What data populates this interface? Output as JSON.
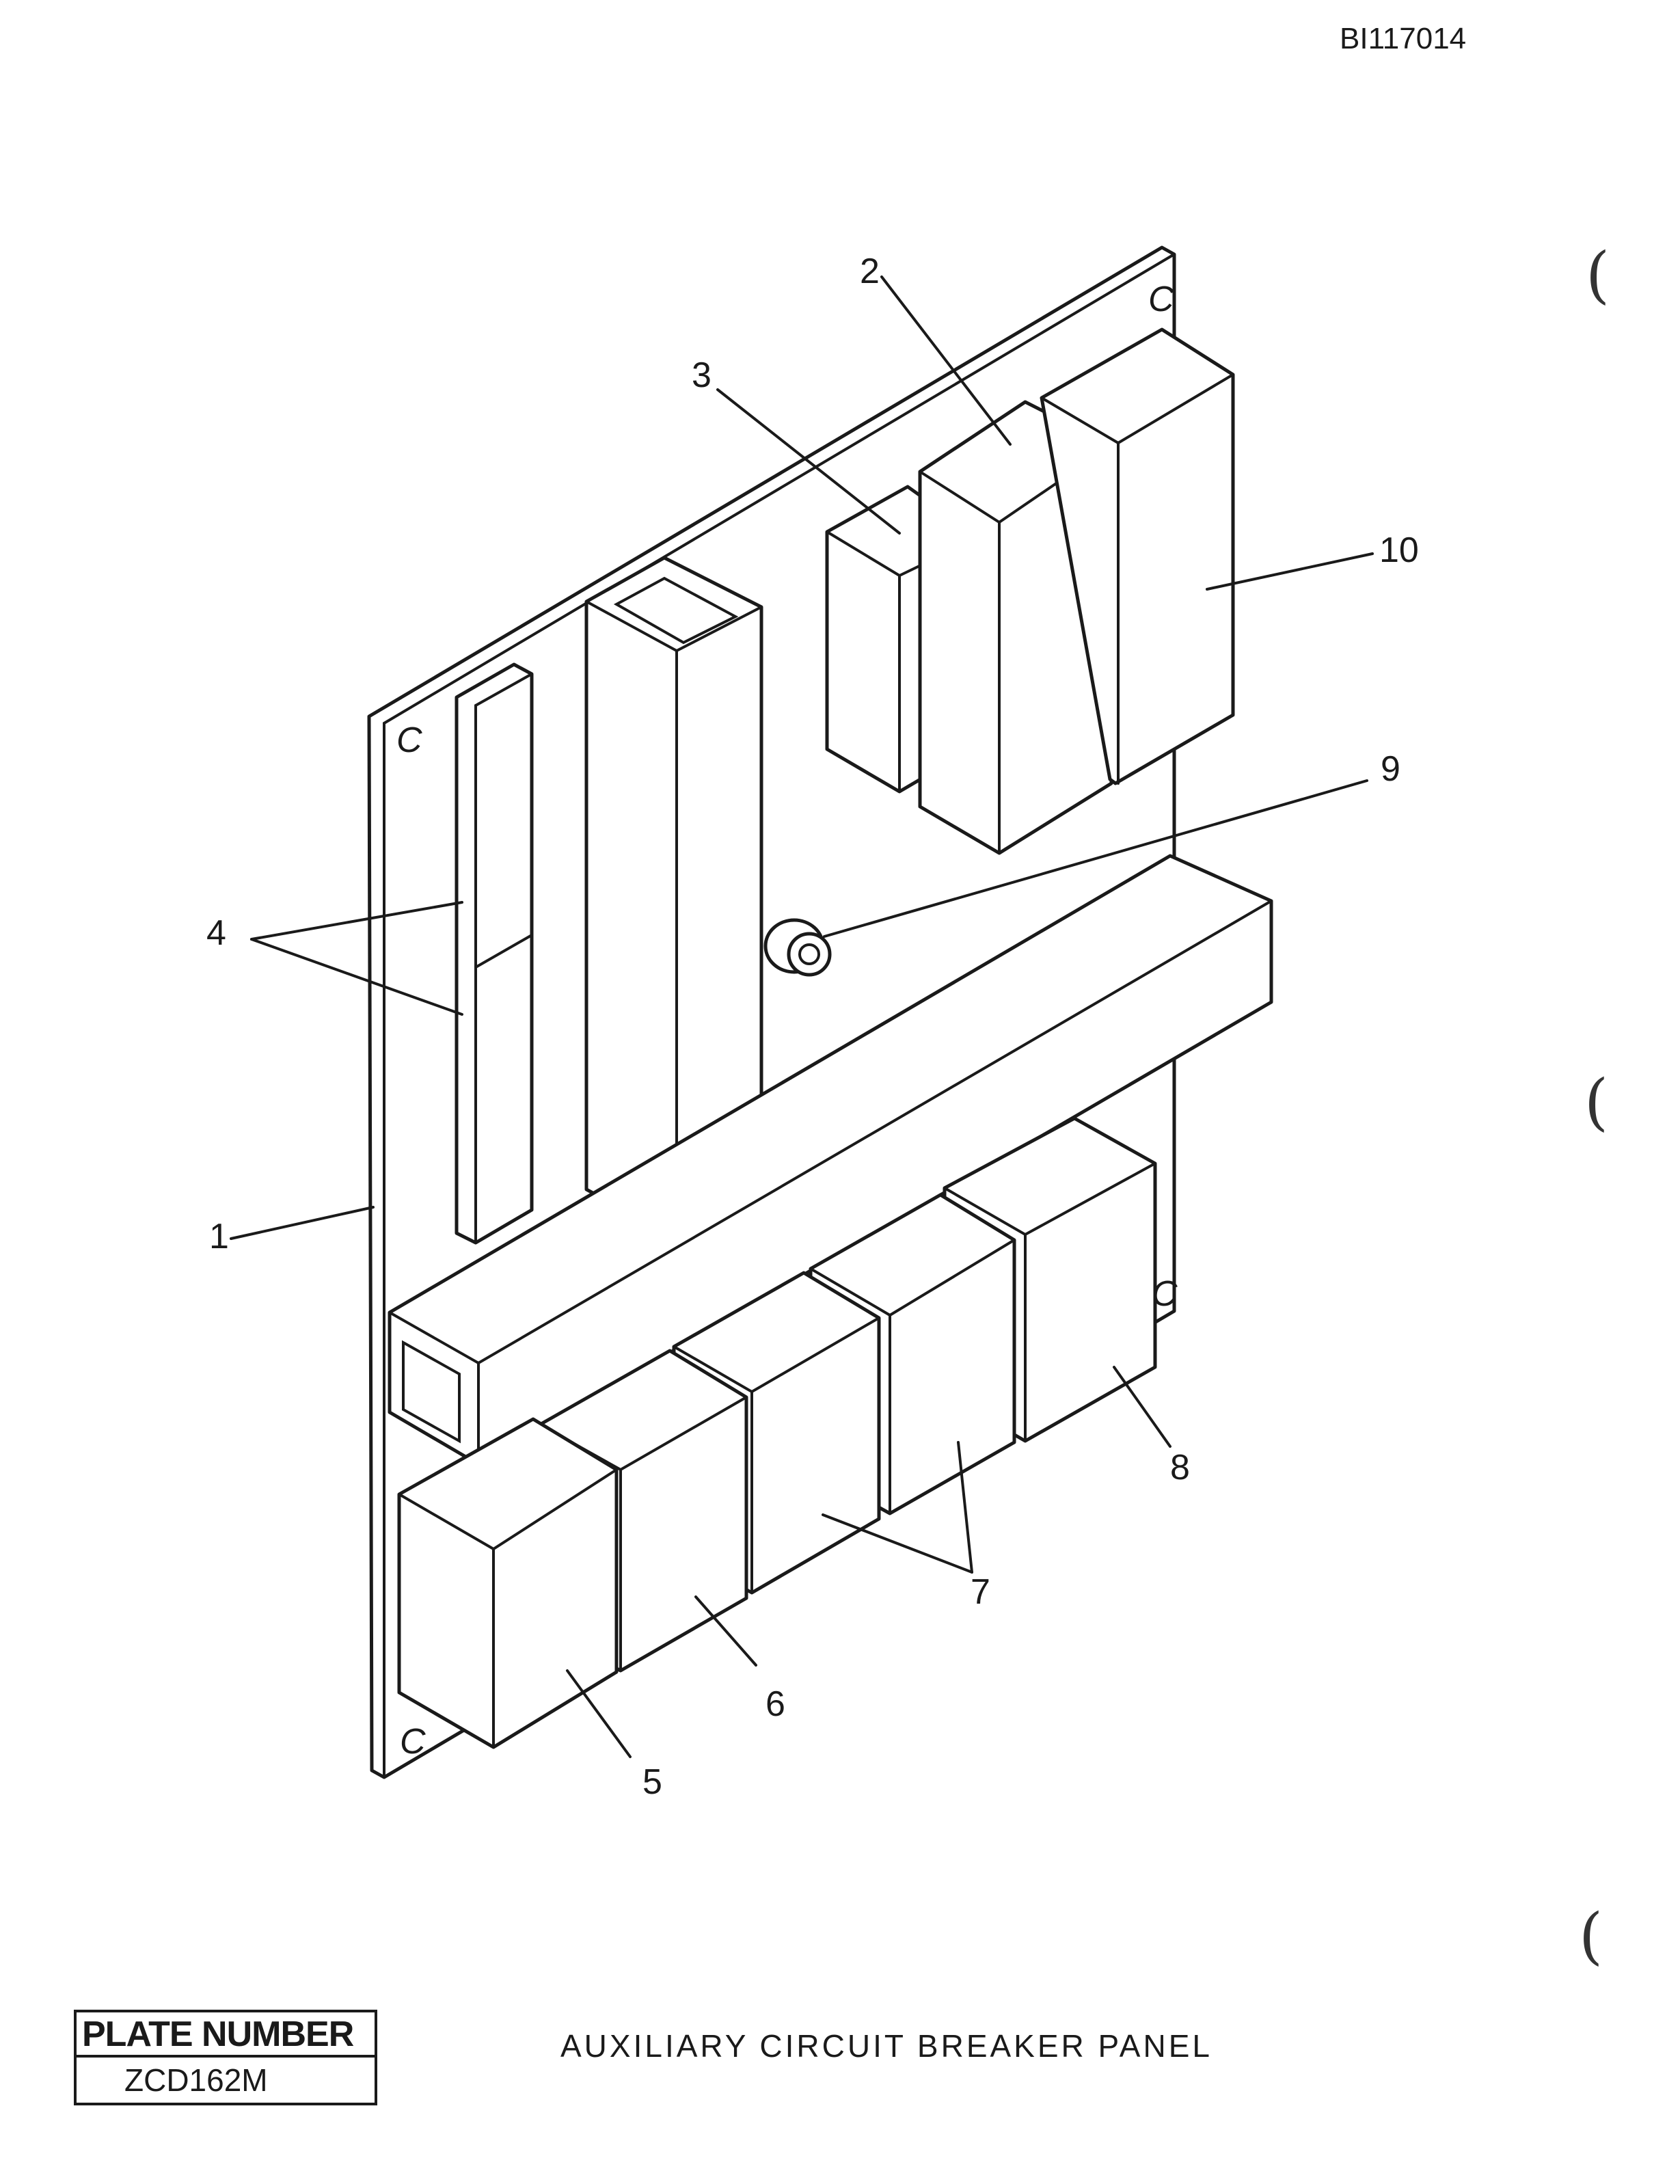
{
  "doc_id": "BI117014",
  "title": "AUXILIARY CIRCUIT BREAKER PANEL",
  "plate": {
    "label": "PLATE NUMBER",
    "number": "ZCD162M"
  },
  "callouts": {
    "c1": "1",
    "c2": "2",
    "c3": "3",
    "c4": "4",
    "c5": "5",
    "c6": "6",
    "c7": "7",
    "c8": "8",
    "c9": "9",
    "c10": "10"
  },
  "hole_marks": {
    "tr": "C",
    "ml": "C",
    "bl": "C",
    "br": "C"
  },
  "margin_marks": [
    "(",
    "(",
    "("
  ]
}
